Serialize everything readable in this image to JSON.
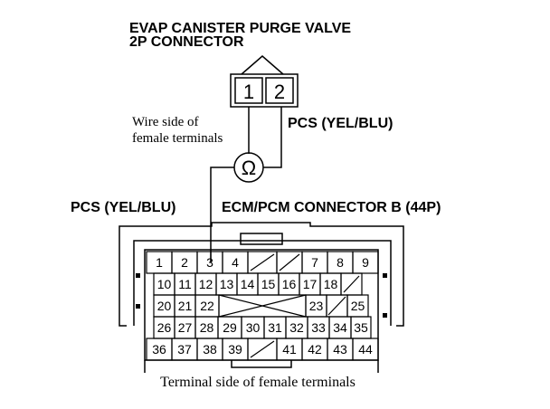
{
  "header": {
    "title_line1": "EVAP CANISTER PURGE VALVE",
    "title_line2": "2P CONNECTOR"
  },
  "small_connector": {
    "pins": [
      "1",
      "2"
    ]
  },
  "labels": {
    "wire_side_line1": "Wire side of",
    "wire_side_line2": "female terminals",
    "pcs_right": "PCS (YEL/BLU)",
    "pcs_left": "PCS (YEL/BLU)",
    "ecm_title": "ECM/PCM CONNECTOR B (44P)",
    "terminal_side": "Terminal side of female terminals"
  },
  "meter": {
    "symbol": "Ω"
  },
  "big_connector": {
    "rows": [
      [
        "1",
        "2",
        "3",
        "4",
        "",
        "",
        "7",
        "8",
        "9"
      ],
      [
        "10",
        "11",
        "12",
        "13",
        "14",
        "15",
        "16",
        "17",
        "18",
        ""
      ],
      [
        "20",
        "21",
        "22",
        "23",
        "",
        "25"
      ],
      [
        "26",
        "27",
        "28",
        "29",
        "30",
        "31",
        "32",
        "33",
        "34",
        "35"
      ],
      [
        "36",
        "37",
        "38",
        "39",
        "",
        "41",
        "42",
        "43",
        "44"
      ]
    ]
  }
}
